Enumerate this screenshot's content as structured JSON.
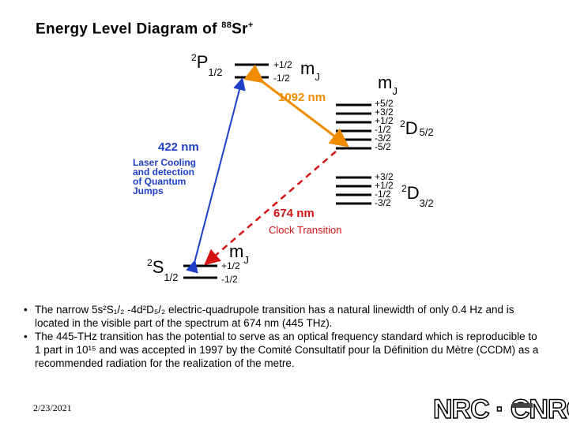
{
  "title": {
    "prefix": "Energy Level Diagram of",
    "mass": "88",
    "element": "Sr",
    "charge": "+"
  },
  "levels": {
    "p12": {
      "mult": "2",
      "letter": "P",
      "j": "1/2",
      "mj_values": [
        "+1/2",
        "-1/2"
      ],
      "mj_label": "m",
      "mj_sub": "J"
    },
    "s12": {
      "mult": "2",
      "letter": "S",
      "j": "1/2",
      "mj_values": [
        "+1/2",
        "-1/2"
      ],
      "mj_label": "m",
      "mj_sub": "J"
    },
    "d52": {
      "mult": "2",
      "letter": "D",
      "j": "5/2",
      "mj_values": [
        "+5/2",
        "+3/2",
        "+1/2",
        "-1/2",
        "-3/2",
        "-5/2"
      ],
      "mj_label": "m",
      "mj_sub": "J"
    },
    "d32": {
      "mult": "2",
      "letter": "D",
      "j": "3/2",
      "mj_values": [
        "+3/2",
        "+1/2",
        "-1/2",
        "-3/2"
      ]
    }
  },
  "transitions": {
    "t422": {
      "label": "422 nm",
      "desc": [
        "Laser Cooling",
        "and detection",
        "of Quantum",
        "Jumps"
      ],
      "color": "#1f3fc8"
    },
    "t1092": {
      "label": "1092 nm",
      "color": "#f08c00"
    },
    "t674": {
      "label": "674 nm",
      "desc": "Clock Transition",
      "color": "#d21414"
    }
  },
  "bullets": [
    "The narrow 5s²S₁/₂ -4d²D₅/₂ electric-quadrupole transition has a natural linewidth of only 0.4 Hz and is located in the visible part of the spectrum at 674 nm (445 THz).",
    "The 445-THz transition has the potential to serve as an optical frequency standard which is reproducible to 1 part in 10¹⁵ and was accepted in 1997 by the Comité Consultatif pour la Définition du Mètre (CCDM) as a recommended radiation for the realization of the metre."
  ],
  "footer": {
    "date": "2/23/2021",
    "logo": "NRC · CNRC"
  }
}
